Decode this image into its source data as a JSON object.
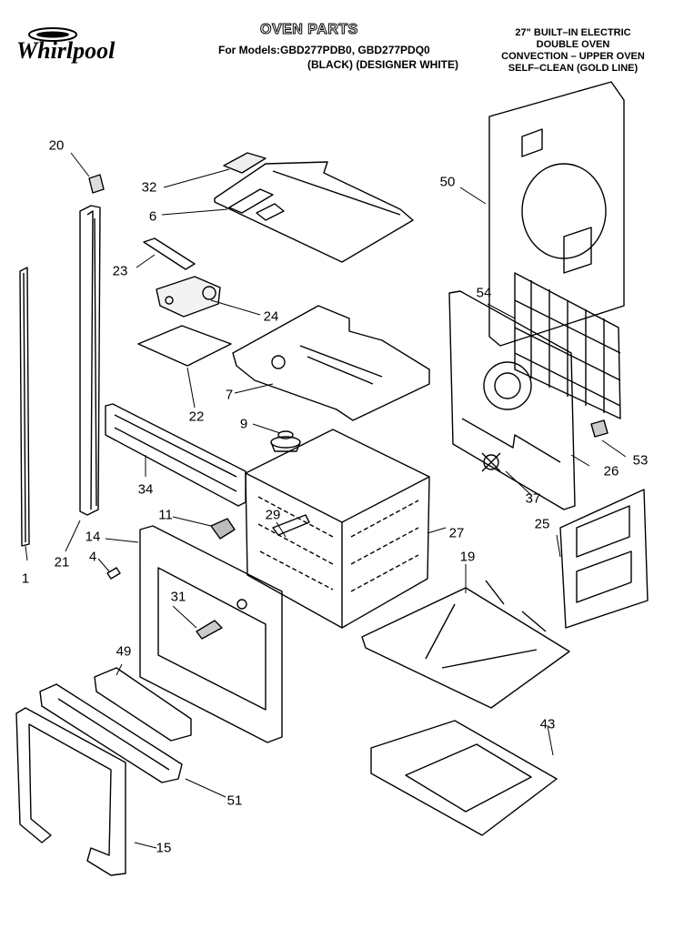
{
  "brand": "Whirlpool",
  "header": {
    "title": "OVEN PARTS",
    "models_line": "For Models:GBD277PDB0, GBD277PDQ0",
    "colors_line": "(BLACK)  (DESIGNER WHITE)",
    "desc_lines": [
      "27\" BUILT–IN ELECTRIC",
      "DOUBLE OVEN",
      "CONVECTION – UPPER OVEN",
      "SELF–CLEAN (GOLD LINE)"
    ]
  },
  "callouts": [
    {
      "id": "20",
      "label": "20"
    },
    {
      "id": "32",
      "label": "32"
    },
    {
      "id": "6",
      "label": "6"
    },
    {
      "id": "50",
      "label": "50"
    },
    {
      "id": "23",
      "label": "23"
    },
    {
      "id": "54",
      "label": "54"
    },
    {
      "id": "24",
      "label": "24"
    },
    {
      "id": "7",
      "label": "7"
    },
    {
      "id": "22",
      "label": "22"
    },
    {
      "id": "9",
      "label": "9"
    },
    {
      "id": "53",
      "label": "53"
    },
    {
      "id": "34",
      "label": "34"
    },
    {
      "id": "26",
      "label": "26"
    },
    {
      "id": "37",
      "label": "37"
    },
    {
      "id": "11",
      "label": "11"
    },
    {
      "id": "29",
      "label": "29"
    },
    {
      "id": "25",
      "label": "25"
    },
    {
      "id": "27",
      "label": "27"
    },
    {
      "id": "14",
      "label": "14"
    },
    {
      "id": "4",
      "label": "4"
    },
    {
      "id": "21",
      "label": "21"
    },
    {
      "id": "1",
      "label": "1"
    },
    {
      "id": "19",
      "label": "19"
    },
    {
      "id": "31",
      "label": "31"
    },
    {
      "id": "49",
      "label": "49"
    },
    {
      "id": "43",
      "label": "43"
    },
    {
      "id": "51",
      "label": "51"
    },
    {
      "id": "15",
      "label": "15"
    }
  ]
}
